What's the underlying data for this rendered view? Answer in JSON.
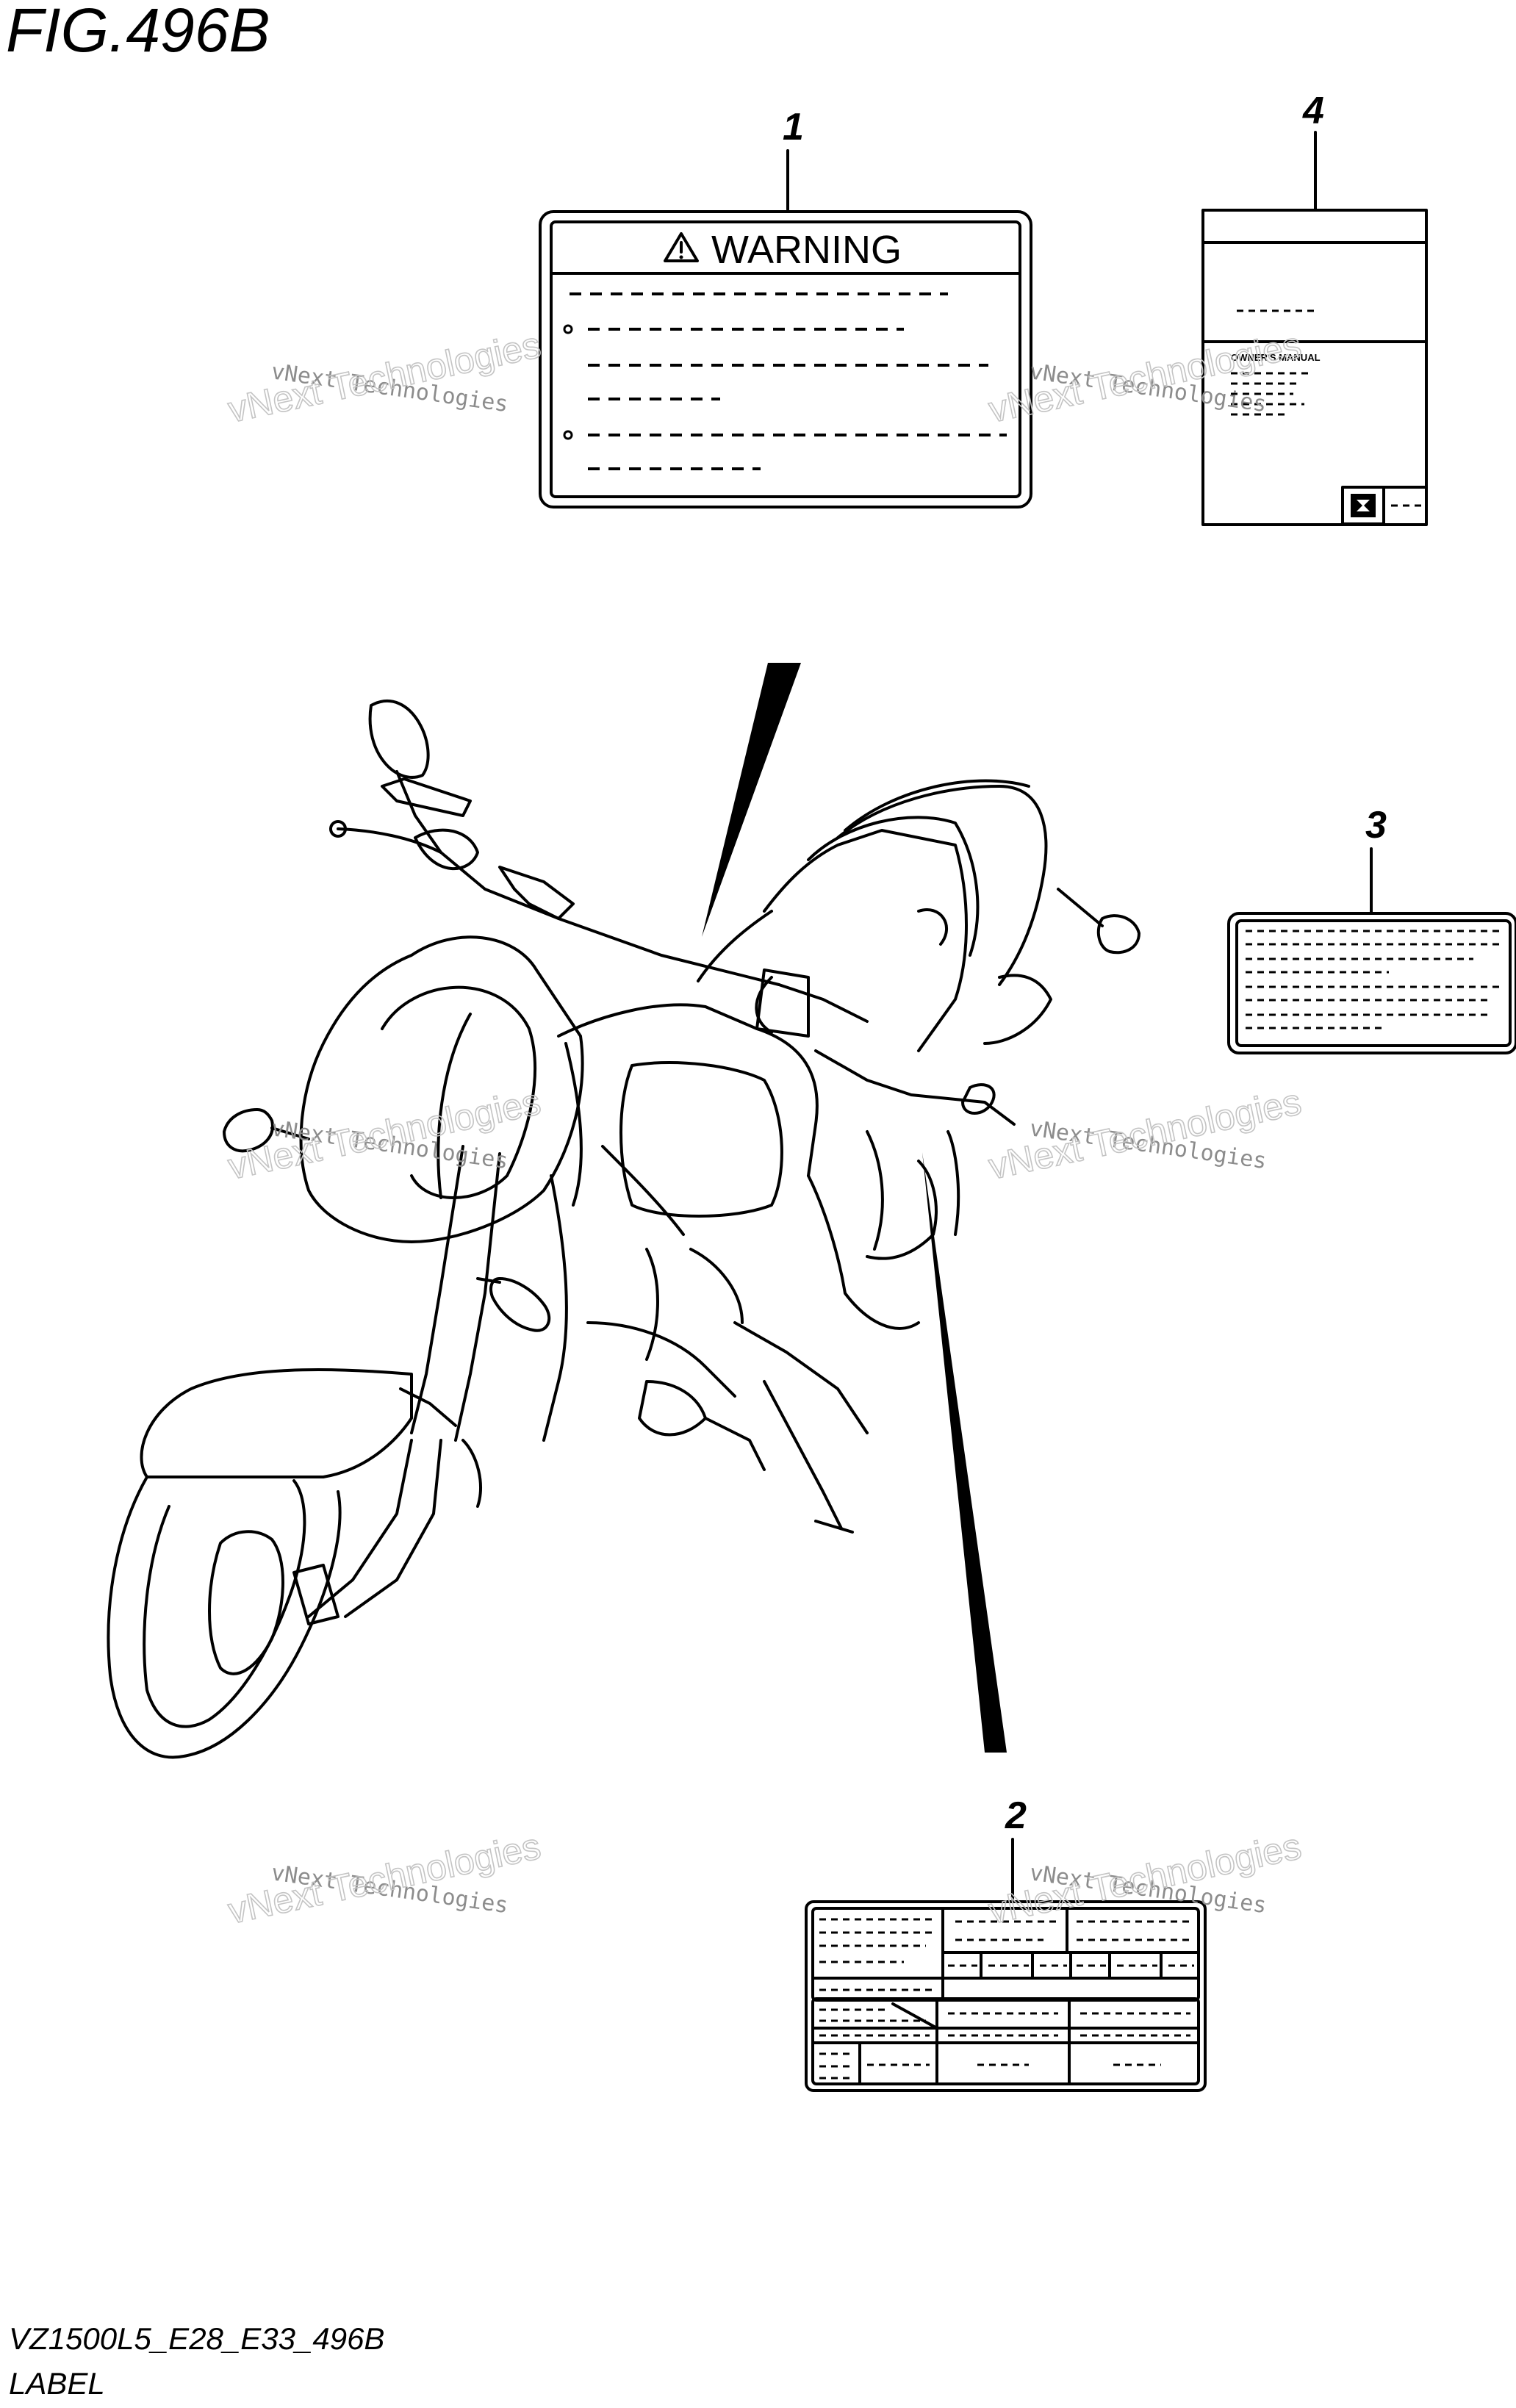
{
  "figure": {
    "title": "FIG.496B",
    "code": "VZ1500L5_E28_E33_496B",
    "caption": "LABEL"
  },
  "callouts": [
    {
      "number": "1"
    },
    {
      "number": "2"
    },
    {
      "number": "3"
    },
    {
      "number": "4"
    }
  ],
  "label1": {
    "heading": "WARNING"
  },
  "label4": {
    "manual_text": "OWNER'S MANUAL"
  },
  "watermark": {
    "line1": "vNext Technologies",
    "line2": "vNext Technologies"
  },
  "colors": {
    "line": "#000000",
    "watermark": "#8c8c8c"
  }
}
